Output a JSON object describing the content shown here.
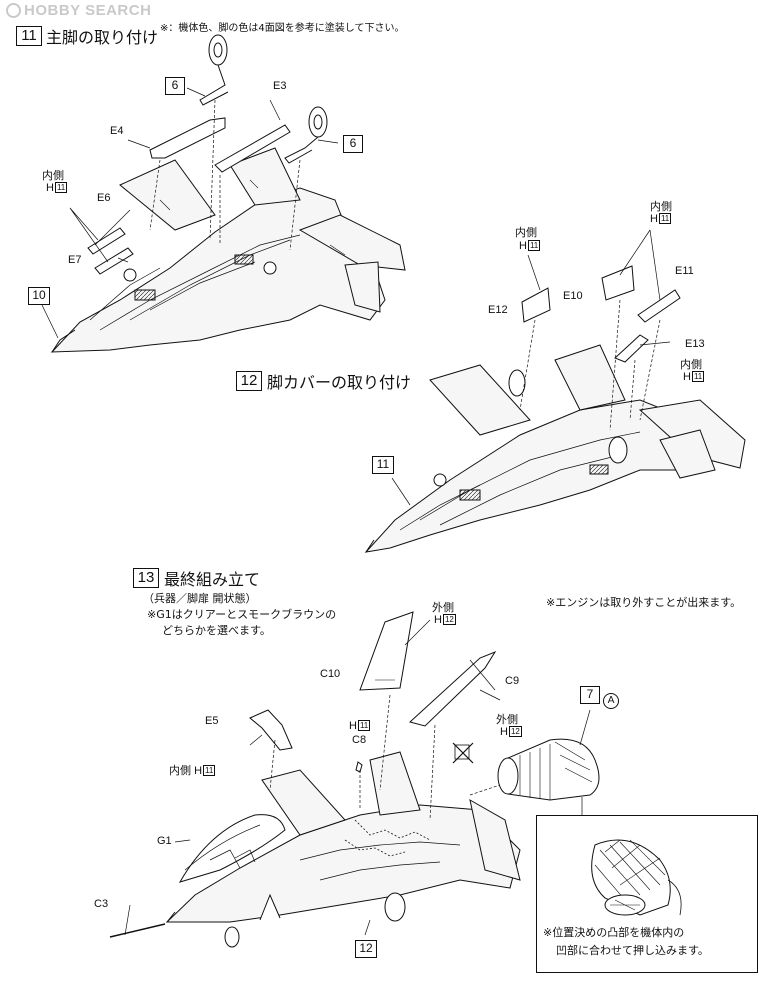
{
  "watermark": "HOBBY SEARCH",
  "header_note": "※：機体色、脚の色は4面図を参考に塗装して下さい。",
  "steps": {
    "s11": {
      "number": "11",
      "title": "主脚の取り付け"
    },
    "s12": {
      "number": "12",
      "title": "脚カバーの取り付け"
    },
    "s13": {
      "number": "13",
      "title": "最終組み立て",
      "subtitle": "（兵器／脚扉 開状態）",
      "note1": "※G1はクリアーとスモークブラウンの",
      "note2": "どちらかを選べます。",
      "engine_note": "※エンジンは取り外すことが出来ます。"
    }
  },
  "part_refs": {
    "ref6a": "6",
    "ref6b": "6",
    "ref10": "10",
    "ref11": "11",
    "ref12": "12",
    "ref7": "7",
    "ref7_circle": "A"
  },
  "labels": {
    "E3": "E3",
    "E4": "E4",
    "E6": "E6",
    "E7": "E7",
    "E10": "E10",
    "E11": "E11",
    "E12": "E12",
    "E13": "E13",
    "C10": "C10",
    "C9": "C9",
    "C8": "C8",
    "C3": "C3",
    "E5": "E5",
    "G1": "G1",
    "inner": "内側",
    "outer": "外側",
    "h11": "11",
    "h12": "12",
    "H": "H"
  },
  "inset_note1": "※位置決めの凸部を機体内の",
  "inset_note2": "凹部に合わせて押し込みます。"
}
